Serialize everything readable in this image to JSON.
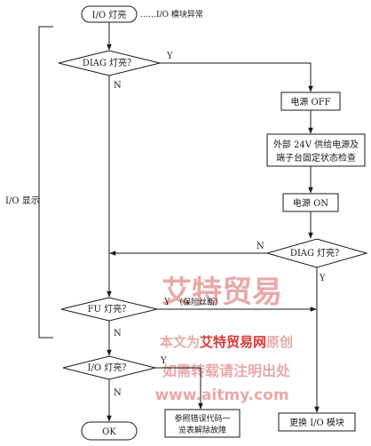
{
  "flowchart": {
    "start": "I/O 灯亮",
    "start_note": "……I/O 模块异常",
    "side_label": "I/O 显示",
    "diag1": "DIAG 灯亮？",
    "power_off": "电源 OFF",
    "check_line1": "外部 24V 供给电源及",
    "check_line2": "端子台固定状态检查",
    "power_on": "电源 ON",
    "diag2": "DIAG 灯亮？",
    "fu": "FU 灯亮？",
    "fu_note": "（保险丝断）",
    "io": "I/O 灯亮？",
    "ref_line1": "参照错误代码一",
    "ref_line2": "览表解除故障",
    "replace": "更换 I/O 模块",
    "ok": "OK",
    "yes": "Y",
    "no": "N"
  },
  "watermark": {
    "brand": "艾特贸易",
    "line1_prefix": "本文为",
    "line1_brand": "艾特贸易网",
    "line1_suffix": "原创",
    "line2": "如需转载请注明出处",
    "url": "www.aitmy.com"
  }
}
